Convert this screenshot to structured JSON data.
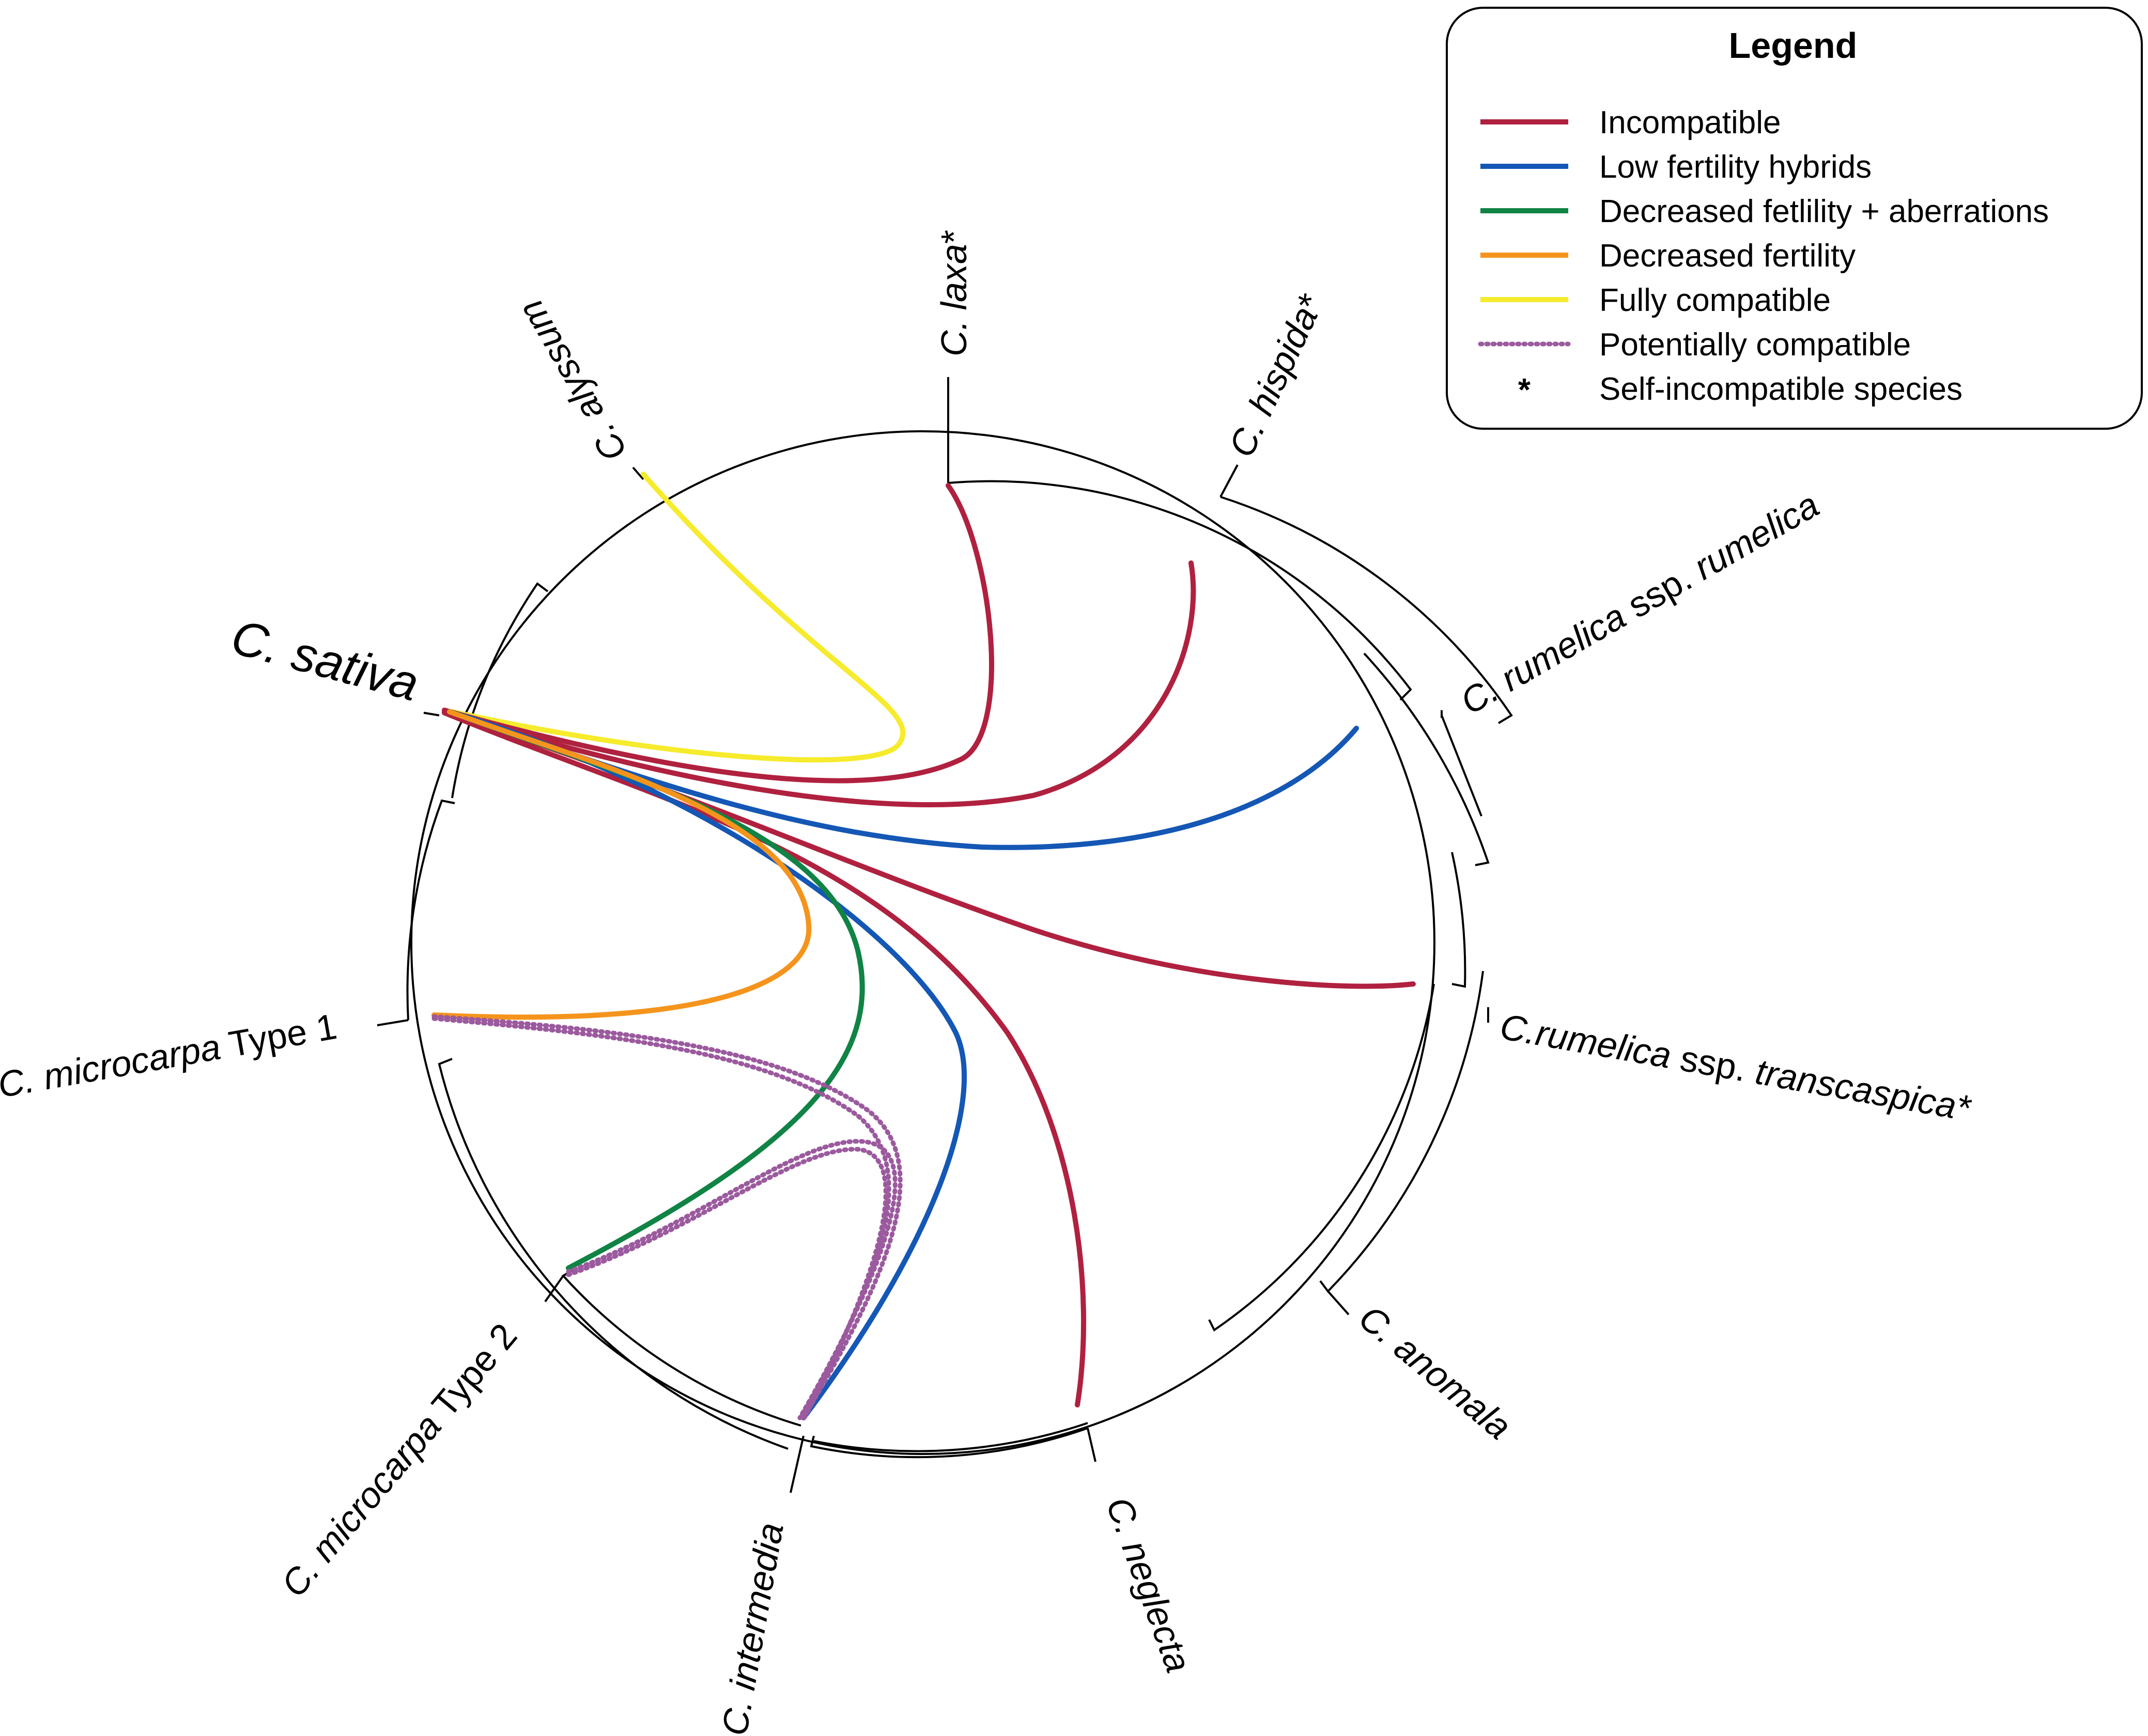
{
  "legend": {
    "title": "Legend",
    "items": [
      {
        "label": "Incompatible",
        "color": "#b0213f",
        "style": "solid"
      },
      {
        "label": "Low fertility hybrids",
        "color": "#1457b5",
        "style": "solid"
      },
      {
        "label": "Decreased fetlility + aberrations",
        "color": "#108345",
        "style": "solid"
      },
      {
        "label": "Decreased fertility",
        "color": "#f5941d",
        "style": "solid"
      },
      {
        "label": "Fully compatible",
        "color": "#f6eb2c",
        "style": "solid"
      },
      {
        "label": "Potentially compatible",
        "color": "#9b5a9e",
        "style": "dotted"
      }
    ],
    "note_symbol": "*",
    "note_label": "Self-incompatible species"
  },
  "species": {
    "laxa": {
      "it": "C. laxa",
      "rest": "*"
    },
    "hispida": {
      "it": "C. hispida",
      "rest": "*"
    },
    "rumelica": {
      "it": "C. rumelica",
      "rest": " ssp. ",
      "it2": "rumelica"
    },
    "transcaspica": {
      "it": "C.rumelica",
      "rest": " ssp. ",
      "it2": "transcaspica*"
    },
    "anomala": {
      "it": "C. anomala"
    },
    "neglecta": {
      "it": "C. neglecta"
    },
    "intermedia": {
      "it": "C. intermedia"
    },
    "micro2": {
      "it": "C. microcarpa",
      "rest": " Type 2"
    },
    "micro1": {
      "it": "C. microcarpa",
      "rest": " Type 1"
    },
    "sativa": {
      "it": "C. sativa"
    },
    "alyssum": {
      "it": "C. alyssum"
    }
  },
  "links": [
    {
      "from": "C. sativa",
      "to": "C. alyssum",
      "type": "Fully compatible"
    },
    {
      "from": "C. sativa",
      "to": "C. laxa*",
      "type": "Incompatible"
    },
    {
      "from": "C. sativa",
      "to": "C. hispida*",
      "type": "Incompatible"
    },
    {
      "from": "C. sativa",
      "to": "C. rumelica ssp. rumelica",
      "type": "Low fertility hybrids"
    },
    {
      "from": "C. sativa",
      "to": "C.rumelica ssp. transcaspica*",
      "type": "Incompatible"
    },
    {
      "from": "C. sativa",
      "to": "C. neglecta",
      "type": "Incompatible"
    },
    {
      "from": "C. sativa",
      "to": "C. intermedia",
      "type": "Low fertility hybrids"
    },
    {
      "from": "C. sativa",
      "to": "C. microcarpa Type 2",
      "type": "Decreased fetlility + aberrations"
    },
    {
      "from": "C. sativa",
      "to": "C. microcarpa Type 1",
      "type": "Decreased fertility"
    },
    {
      "from": "C. microcarpa Type 1",
      "to": "C. intermedia",
      "type": "Potentially compatible"
    },
    {
      "from": "C. microcarpa Type 2",
      "to": "C. intermedia",
      "type": "Potentially compatible"
    }
  ]
}
